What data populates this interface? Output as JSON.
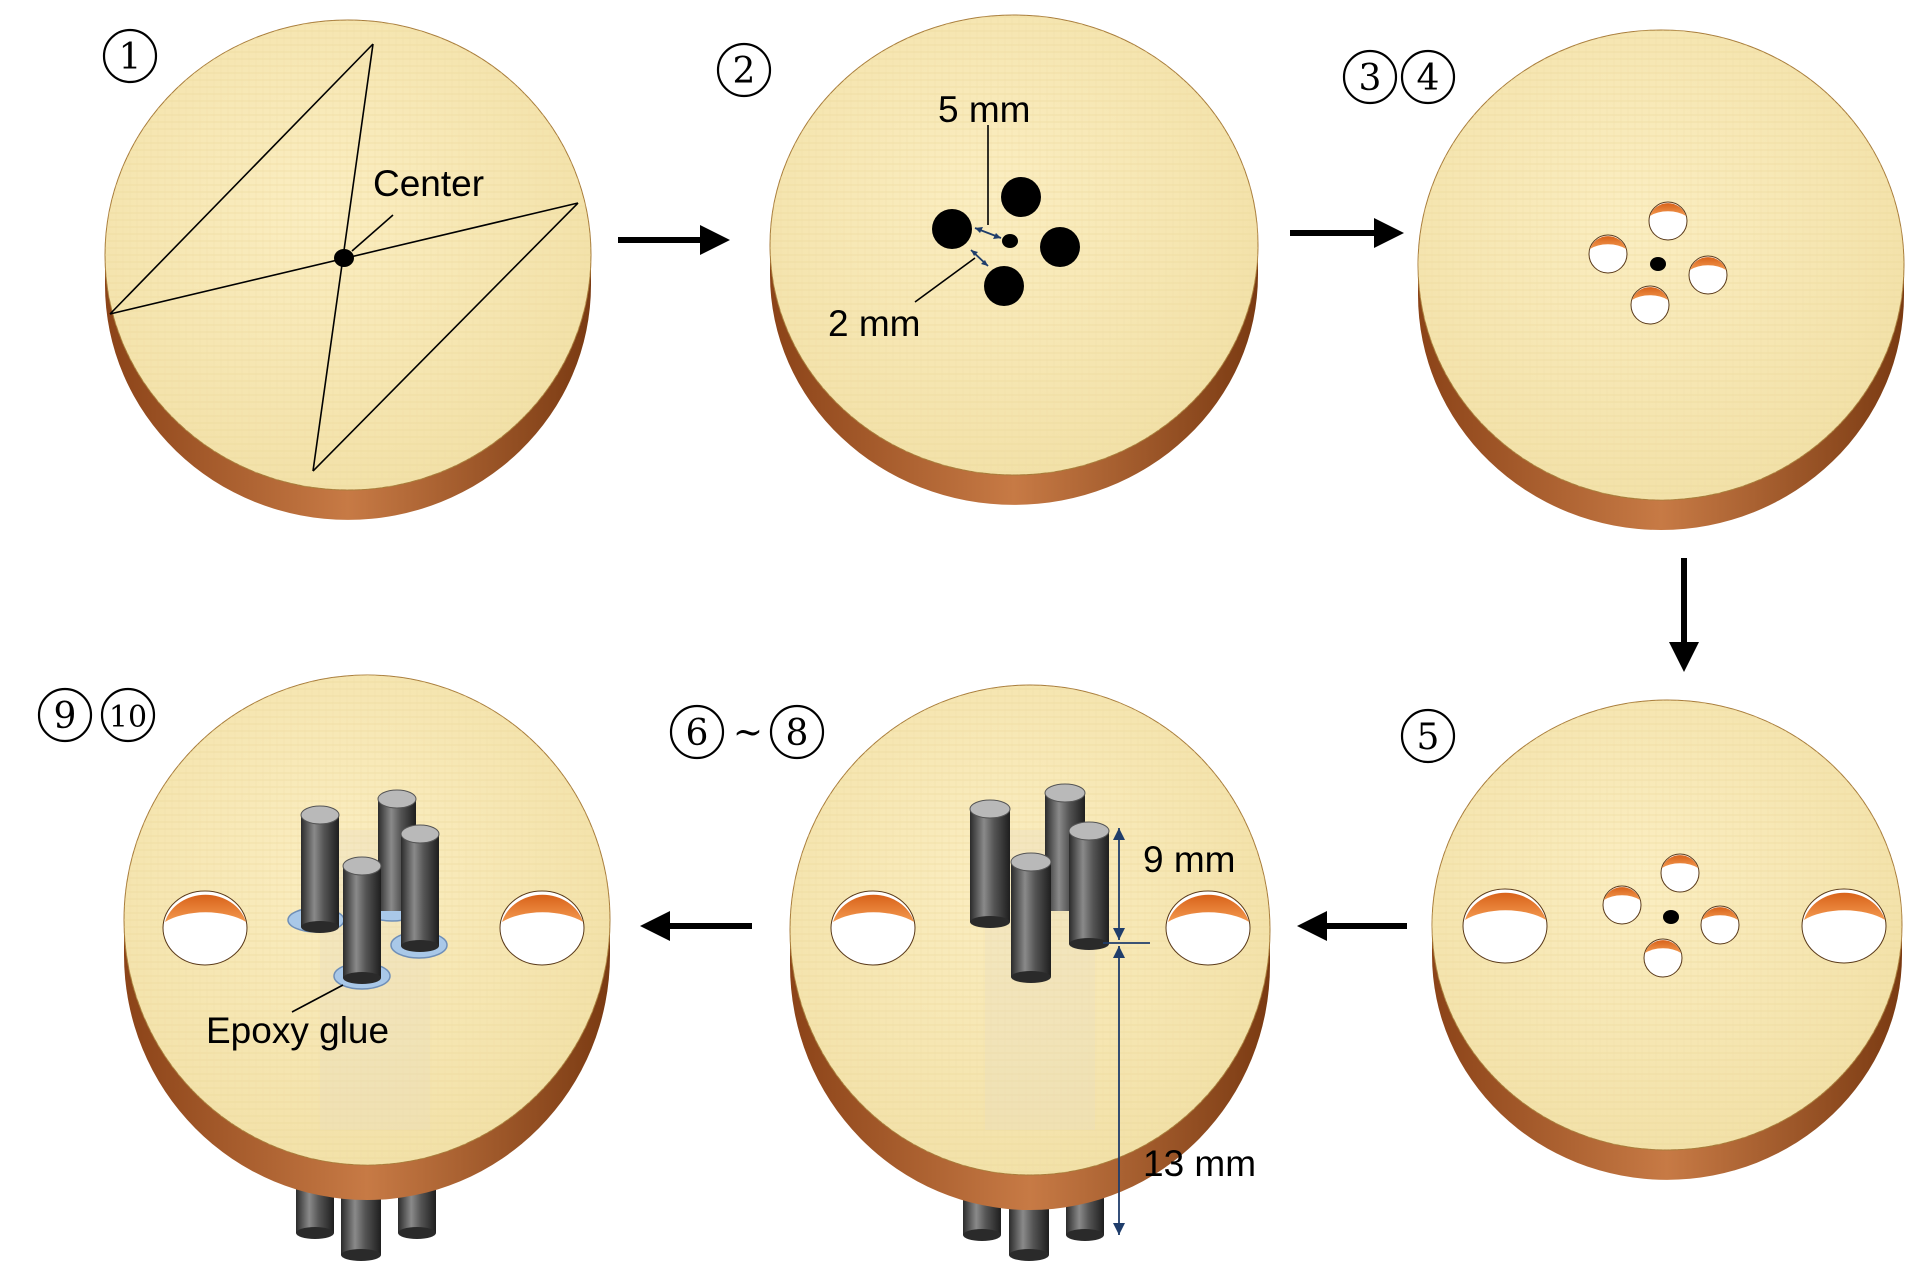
{
  "labels": {
    "center": "Center",
    "hole_spacing": "5 mm",
    "hole_gap": "2 mm",
    "upper_length": "9 mm",
    "lower_length": "13 mm",
    "epoxy": "Epoxy glue"
  },
  "steps": {
    "s1": "1",
    "s2": "2",
    "s3": "3",
    "s4": "4",
    "s5": "5",
    "s6": "6",
    "s6_sep": "~",
    "s8": "8",
    "s9": "9",
    "s10": "10"
  },
  "colors": {
    "disc_top": "#f6e6b0",
    "disc_edge": "#a8572a",
    "hole_inner": "#e8731f",
    "rod": "#4a4a4a",
    "glue": "#9fc3e6"
  }
}
